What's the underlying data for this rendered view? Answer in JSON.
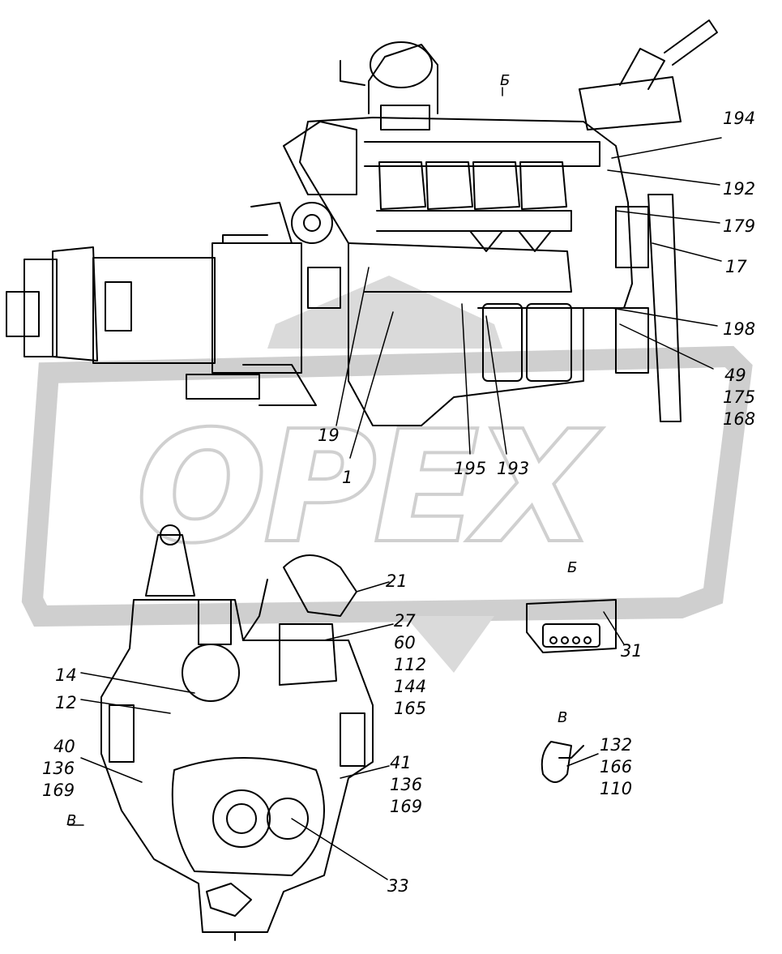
{
  "watermark": {
    "text": "OPEX",
    "color": "#cfcfcf"
  },
  "views": {
    "b_top": "Б",
    "b_detail": "Б",
    "v_detail": "В",
    "v_arrow": "В"
  },
  "callouts": {
    "c194": "194",
    "c192": "192",
    "c179": "179",
    "c17": "17",
    "c198": "198",
    "c49": "49",
    "c175": "175",
    "c168": "168",
    "c19": "19",
    "c1": "1",
    "c195": "195",
    "c193": "193",
    "c21": "21",
    "c27": "27",
    "c60": "60",
    "c112": "112",
    "c144": "144",
    "c165": "165",
    "c14": "14",
    "c12": "12",
    "c40": "40",
    "c136a": "136",
    "c169a": "169",
    "c41": "41",
    "c136b": "136",
    "c169b": "169",
    "c33": "33",
    "c31": "31",
    "c132": "132",
    "c166": "166",
    "c110": "110"
  }
}
